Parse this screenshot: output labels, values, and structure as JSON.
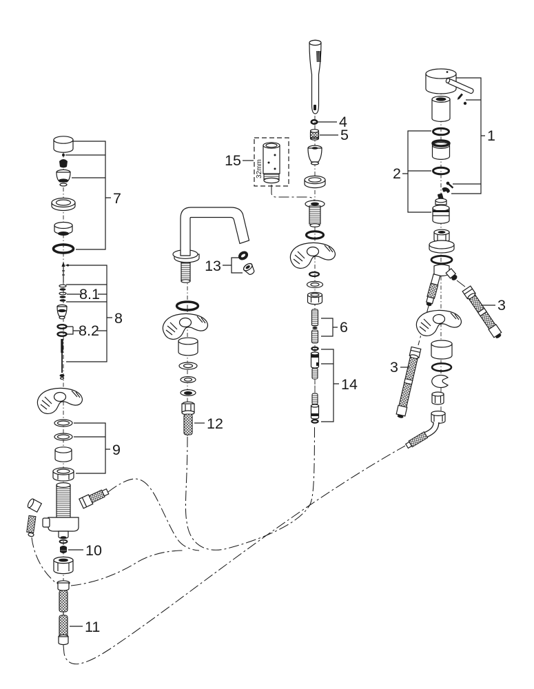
{
  "page": {
    "background": "#ffffff",
    "line_color": "#1a1a1a"
  },
  "callouts": {
    "c1": "1",
    "c2": "2",
    "c3_right": "3",
    "c3_left": "3",
    "c4": "4",
    "c5": "5",
    "c6": "6",
    "c7": "7",
    "c8": "8",
    "c8_1": "8.1",
    "c8_2": "8.2",
    "c9": "9",
    "c10": "10",
    "c11": "11",
    "c12": "12",
    "c13": "13",
    "c14": "14",
    "c15": "15"
  },
  "dimensions": {
    "extension_length": "32mm"
  }
}
